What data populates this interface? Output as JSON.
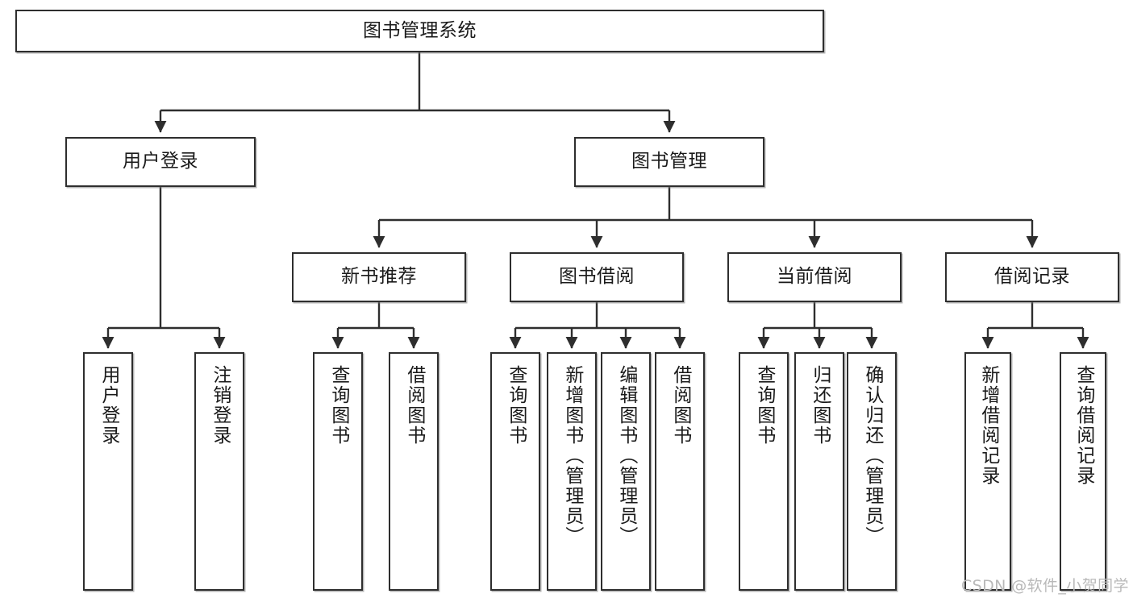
{
  "diagram": {
    "title": "图书管理系统",
    "type": "hierarchy-tree",
    "levels": 4,
    "root": {
      "label": "图书管理系统",
      "id": "root-system"
    },
    "level2": [
      {
        "id": "user-login",
        "label": "用户登录"
      },
      {
        "id": "book-management",
        "label": "图书管理"
      }
    ],
    "level3": [
      {
        "id": "new-book-recommend",
        "label": "新书推荐",
        "parent": "book-management"
      },
      {
        "id": "book-borrow",
        "label": "图书借阅",
        "parent": "book-management"
      },
      {
        "id": "current-borrow",
        "label": "当前借阅",
        "parent": "book-management"
      },
      {
        "id": "borrow-record",
        "label": "借阅记录",
        "parent": "book-management"
      }
    ],
    "leaves": {
      "user-login": [
        {
          "id": "leaf-user-login",
          "label": "用户登录"
        },
        {
          "id": "leaf-user-logout",
          "label": "注销登录"
        }
      ],
      "new-book-recommend": [
        {
          "id": "leaf-query-book-1",
          "label": "查询图书"
        },
        {
          "id": "leaf-borrow-book-1",
          "label": "借阅图书"
        }
      ],
      "book-borrow": [
        {
          "id": "leaf-query-book-2",
          "label": "查询图书"
        },
        {
          "id": "leaf-add-book",
          "label": "新增图书（管理员）"
        },
        {
          "id": "leaf-edit-book",
          "label": "编辑图书（管理员）"
        },
        {
          "id": "leaf-borrow-book-2",
          "label": "借阅图书"
        }
      ],
      "current-borrow": [
        {
          "id": "leaf-query-book-3",
          "label": "查询图书"
        },
        {
          "id": "leaf-return-book",
          "label": "归还图书"
        },
        {
          "id": "leaf-confirm-return",
          "label": "确认归还（管理员）"
        }
      ],
      "borrow-record": [
        {
          "id": "leaf-add-record",
          "label": "新增借阅记录"
        },
        {
          "id": "leaf-query-record",
          "label": "查询借阅记录"
        }
      ]
    }
  },
  "watermark": {
    "text": "CSDN @软件_小贺同学"
  },
  "colors": {
    "stroke": "#2e2e2e",
    "fill": "#ffffff",
    "text": "#1a1a1a",
    "watermark": "#b9b9b9"
  }
}
